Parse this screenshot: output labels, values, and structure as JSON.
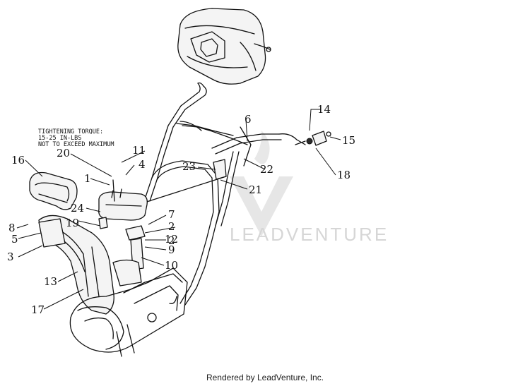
{
  "torque_note": [
    "TIGHTENING TORQUE:",
    "15-25 IN-LBS",
    "NOT TO EXCEED MAXIMUM"
  ],
  "watermark": "LEADVENTURE",
  "footer": "Rendered by LeadVenture, Inc.",
  "callouts": [
    "1",
    "2",
    "2",
    "3",
    "4",
    "5",
    "6",
    "7",
    "8",
    "9",
    "10",
    "11",
    "12",
    "13",
    "14",
    "15",
    "16",
    "17",
    "18",
    "19",
    "20",
    "21",
    "22",
    "23",
    "24"
  ]
}
